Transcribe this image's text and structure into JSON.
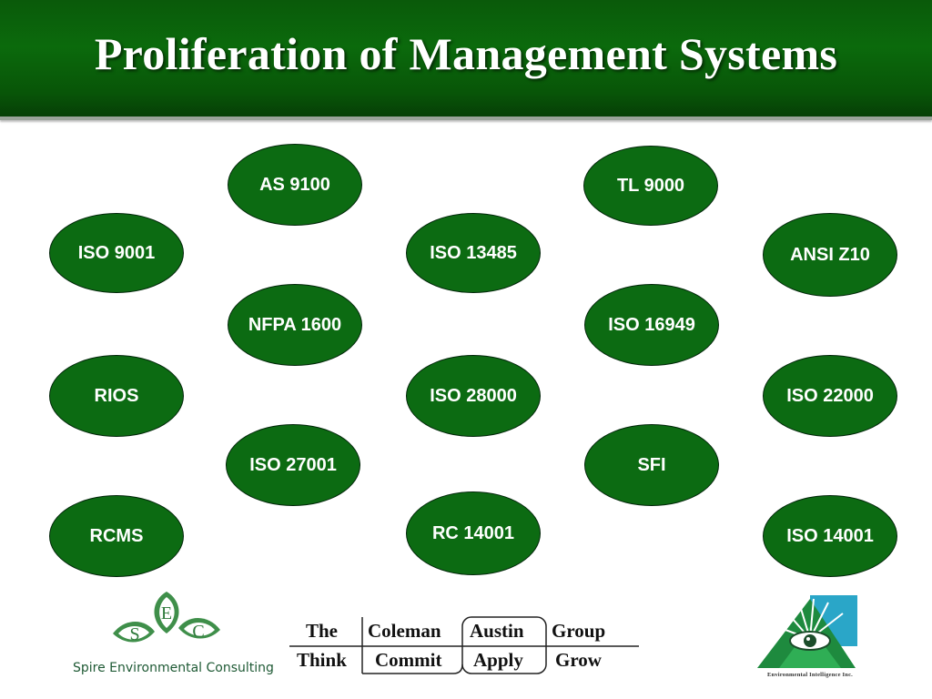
{
  "slide": {
    "title": "Proliferation of Management Systems"
  },
  "standards": [
    "AS 9100",
    "TL 9000",
    "ISO 9001",
    "ISO 13485",
    "ANSI Z10",
    "NFPA 1600",
    "ISO 16949",
    "RIOS",
    "ISO 28000",
    "ISO 22000",
    "ISO 27001",
    "SFI",
    "RCMS",
    "RC 14001",
    "ISO 14001"
  ],
  "logos": {
    "spire": {
      "letters": [
        "S",
        "E",
        "C"
      ],
      "caption": "Spire Environmental Consulting"
    },
    "coleman": {
      "row1": [
        "The",
        "Coleman",
        "Austin",
        "Group"
      ],
      "row2": [
        "Think",
        "Commit",
        "Apply",
        "Grow"
      ]
    },
    "eii": {
      "caption": "Environmental Intelligence Inc."
    }
  },
  "colors": {
    "header_green": "#0b6a0c",
    "bubble_green": "#0c6b12"
  }
}
